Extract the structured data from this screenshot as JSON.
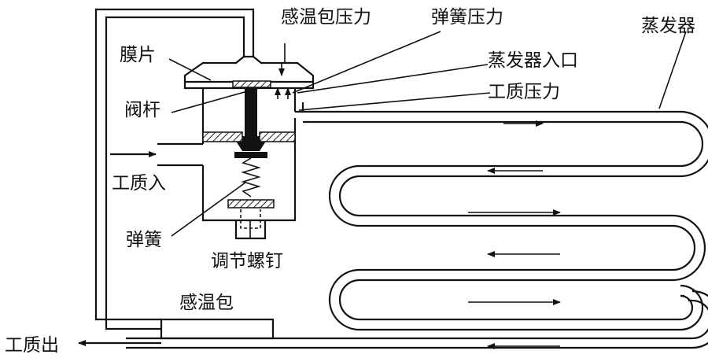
{
  "labels": {
    "bulb_pressure": "感温包压力",
    "spring_pressure": "弹簧压力",
    "evaporator": "蒸发器",
    "diaphragm": "膜片",
    "evaporator_inlet": "蒸发器入口",
    "fluid_pressure": "工质压力",
    "valve_stem": "阀杆",
    "fluid_in": "工质入",
    "spring": "弹簧",
    "adjust_screw": "调节螺钉",
    "sensing_bulb": "感温包",
    "fluid_out": "工质出"
  },
  "colors": {
    "line": "#111111",
    "background": "#ffffff",
    "hatch": "#222222"
  }
}
